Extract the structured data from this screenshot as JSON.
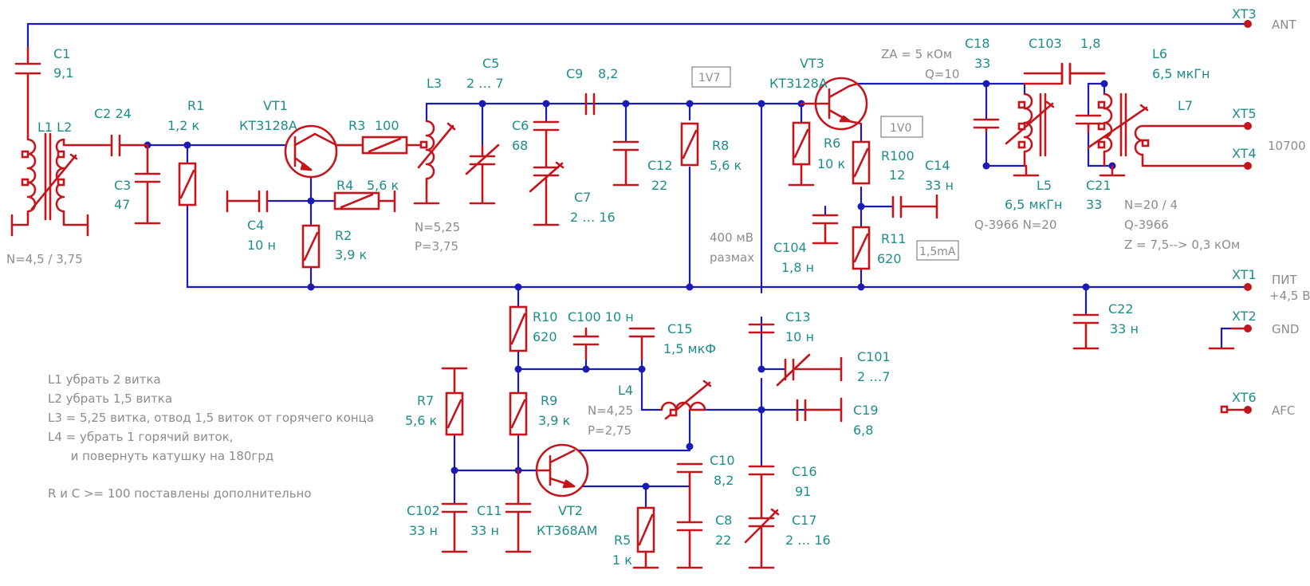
{
  "connectors": {
    "xt3": "XT3",
    "ant": "ANT",
    "xt5": "XT5",
    "xt4": "XT4",
    "if": "10700",
    "xt1": "XT1",
    "pit": "ПИТ",
    "pit_v": "+4,5 В",
    "xt2": "XT2",
    "gnd": "GND",
    "xt6": "XT6",
    "afc": "AFC"
  },
  "parts": {
    "c1": "C1",
    "c1_v": "9,1",
    "l1l2": "L1  L2",
    "l1_n": "N=4,5 / 3,75",
    "c2": "C2 24",
    "c3": "C3",
    "c3_v": "47",
    "r1": "R1",
    "r1_v": "1,2  к",
    "vt1": "VT1",
    "vt1_t": "КТ3128А",
    "r3": "R3",
    "r3_v": "100",
    "r4": "R4",
    "r4_v": "5,6 к",
    "c4": "C4",
    "c4_v": "10 н",
    "r2": "R2",
    "r2_v": "3,9 к",
    "l3": "L3",
    "l3_n": "N=5,25",
    "l3_p": "P=3,75",
    "c5": "C5",
    "c5_v": "2  …  7",
    "c6": "C6",
    "c6_v": "68",
    "c7": "C7",
    "c7_v": "2 … 16",
    "c9": "C9",
    "c9_v": "8,2",
    "c12": "C12",
    "c12_v": "22",
    "r8": "R8",
    "r8_v": "5,6 к",
    "volt1": "1V7",
    "vt3": "VT3",
    "vt3_t": "КТ3128А",
    "volt2": "1V0",
    "r6": "R6",
    "r6_v": "10 к",
    "r100": "R100",
    "r100_v": "12",
    "c14": "C14",
    "c14_v": "33 н",
    "c104": "C104",
    "c104_v": "1,8 н",
    "r11": "R11",
    "r11_v": "620",
    "cur": "1,5mA",
    "swing": "400 мВ",
    "swing2": "размах",
    "za": "ZA = 5 кОм",
    "q10": "Q=10",
    "c18": "C18",
    "c18_v": "33",
    "c103": "C103",
    "c103_v": "1,8",
    "l6": "L6",
    "l6_v": "6,5 мкГн",
    "l7": "L7",
    "l5": "L5",
    "l5_v": "6,5 мкГн",
    "l5_q": "Q-3966 N=20",
    "c21": "C21",
    "c21_v": "33",
    "l6_n": "N=20 / 4",
    "l6_q": "Q-3966",
    "z": "Z = 7,5--> 0,3 кОм",
    "c22": "C22",
    "c22_v": "33 н",
    "r10": "R10",
    "r10_v": "620",
    "c100": "C100 10 н",
    "c15": "C15",
    "c15_v": "1,5 мкФ",
    "c13": "C13",
    "c13_v": "10 н",
    "c101": "C101",
    "c101_v": "2 …7",
    "l4": "L4",
    "l4_n": "N=4,25",
    "l4_p": "P=2,75",
    "c19": "C19",
    "c19_v": "6,8",
    "r7": "R7",
    "r7_v": "5,6 к",
    "r9": "R9",
    "r9_v": "3,9 к",
    "c10": "C10",
    "c10_v": "8,2",
    "c16": "C16",
    "c16_v": "91",
    "c102": "C102",
    "c102_v": "33 н",
    "c11": "C11",
    "c11_v": "33 н",
    "vt2": "VT2",
    "vt2_t": "КТ368АМ",
    "r5": "R5",
    "r5_v": "1 к",
    "c8": "C8",
    "c8_v": "22",
    "c17": "C17",
    "c17_v": "2 … 16"
  },
  "notes": [
    "L1 убрать 2 витка",
    "L2 убрать 1,5 витка",
    "L3 = 5,25 витка,  отвод 1,5 виток от горячего конца",
    "L4 = убрать 1 горячий виток,",
    "      и повернуть катушку на 180грд",
    "R и C >= 100 поставлены дополнительно"
  ]
}
